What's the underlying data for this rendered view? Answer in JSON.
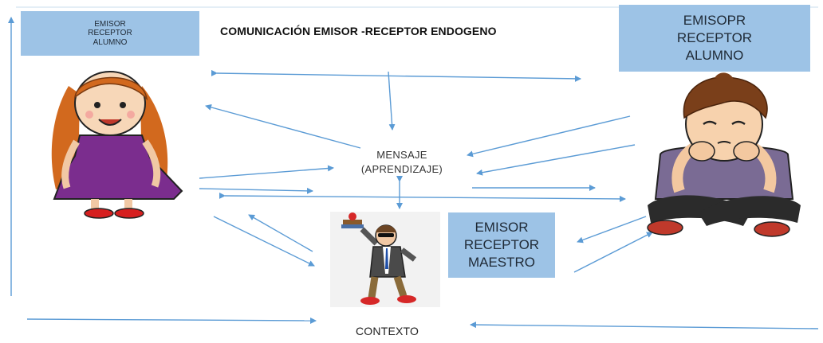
{
  "title": "COMUNICACIÓN EMISOR -RECEPTOR  ENDOGENO",
  "boxes": {
    "left": [
      "EMISOR",
      "RECEPTOR",
      "ALUMNO"
    ],
    "right": [
      "EMISOPR",
      "RECEPTOR",
      "ALUMNO"
    ],
    "teacher": [
      "EMISOR",
      "RECEPTOR",
      "MAESTRO"
    ]
  },
  "message": [
    "MENSAJE",
    "(APRENDIZAJE)"
  ],
  "context": "CONTEXTO",
  "colors": {
    "box_fill": "#9dc3e6",
    "arrow": "#5b9bd5"
  },
  "icons": {
    "girl": "girl-student-icon",
    "boy": "boy-student-icon",
    "teacher": "teacher-icon"
  }
}
